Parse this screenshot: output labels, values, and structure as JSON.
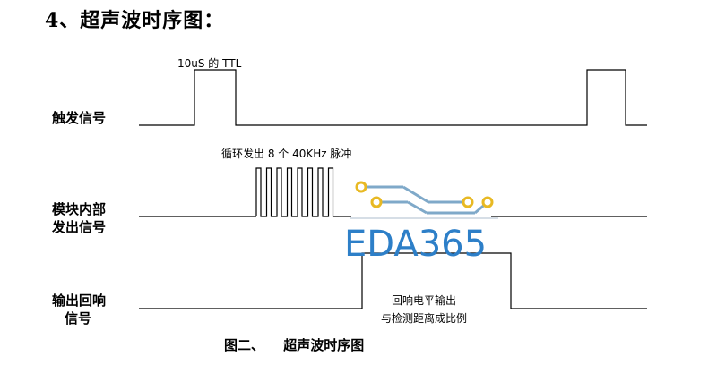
{
  "heading": "4、超声波时序图：",
  "signals": {
    "trigger_label": "触发信号",
    "module_label_line1": "模块内部",
    "module_label_line2": "发出信号",
    "echo_label_line1": "输出回响",
    "echo_label_line2": "信号"
  },
  "annotations": {
    "trigger_pulse": "10uS 的 TTL",
    "burst": "循环发出 8 个 40KHz 脉冲",
    "echo_line1": "回响电平输出",
    "echo_line2": "与检测距离成比例"
  },
  "caption": {
    "figure": "图二、",
    "title": "超声波时序图"
  },
  "watermark": {
    "text": "EDA365",
    "color": "#2d7fc8",
    "trace_color": "#7fa9c9",
    "pad_color": "#e8b923"
  },
  "burst_pulse_count": 8
}
